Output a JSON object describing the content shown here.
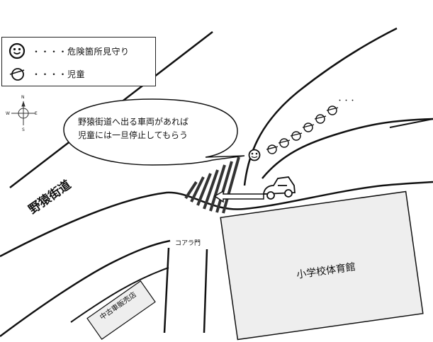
{
  "legend": {
    "watcher_label": "・・・・危険箇所見守り",
    "child_label": "・・・・児童",
    "watcher_icon": "smiley-face-icon",
    "child_icon": "child-marker-icon"
  },
  "compass": {
    "n": "N",
    "s": "S",
    "e": "E",
    "w": "W"
  },
  "speech_bubble": {
    "line1": "野猿街道へ出る車両があれば",
    "line2": "児童には一旦停止してもらう"
  },
  "labels": {
    "road": "野猿街道",
    "gym": "小学校体育館",
    "gate": "コアラ門",
    "shop": "中古車販売店"
  },
  "icons": {
    "car": "car-icon",
    "arrow": "left-arrow-icon",
    "crosswalk": "crosswalk-icon"
  },
  "colors": {
    "line": "#111111",
    "building_fill": "#eeeeee",
    "background": "#ffffff"
  }
}
